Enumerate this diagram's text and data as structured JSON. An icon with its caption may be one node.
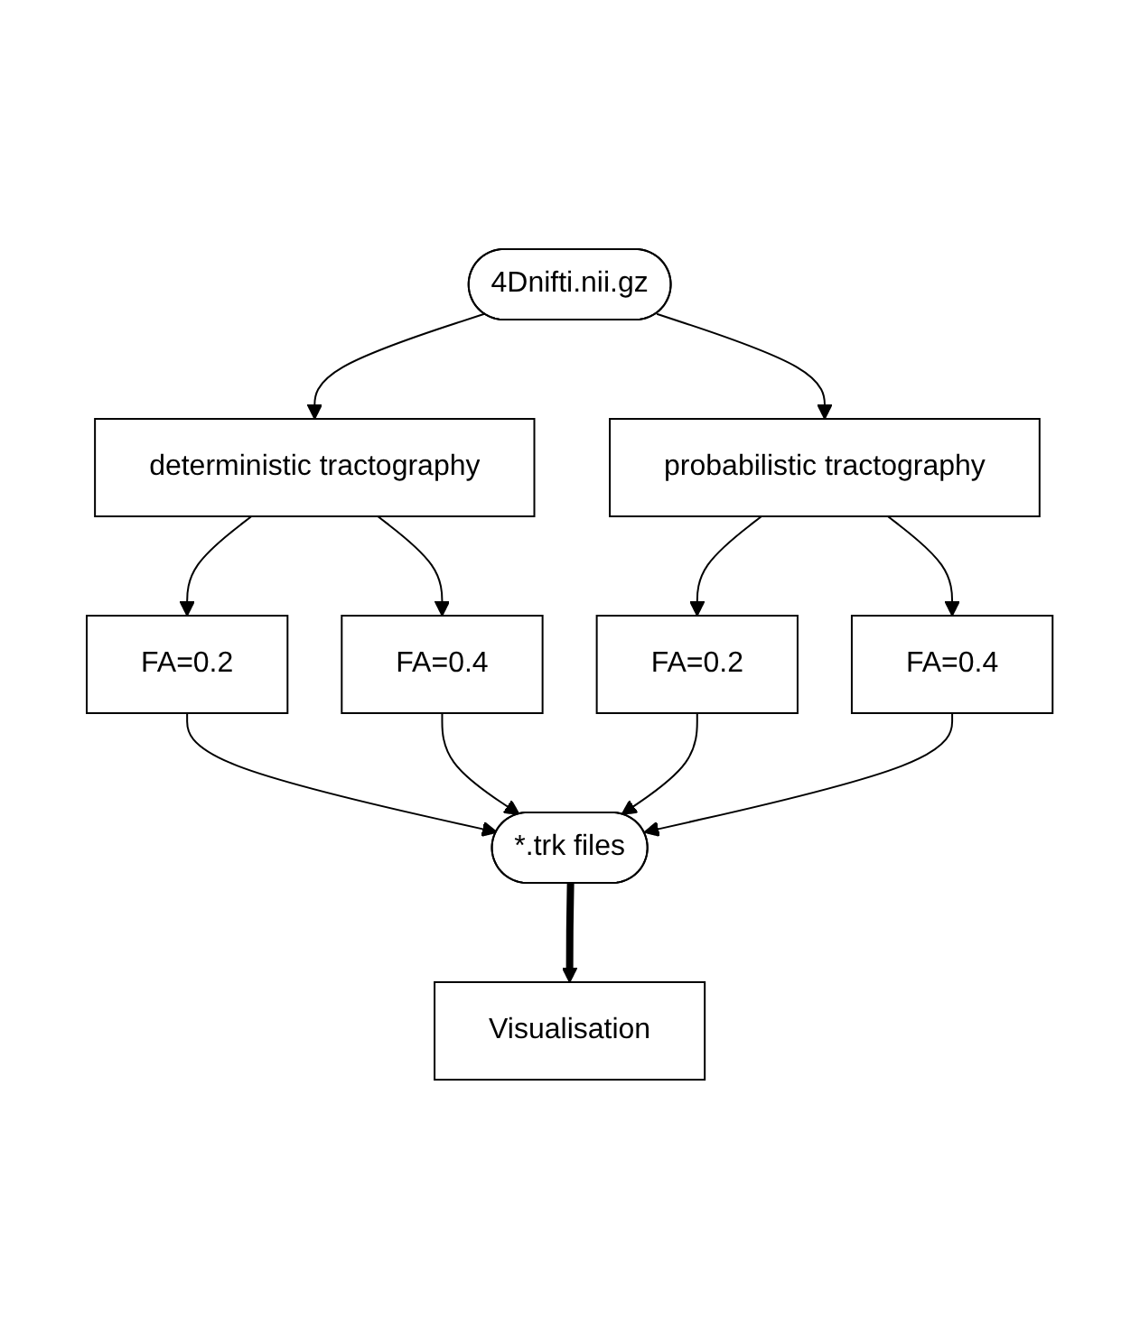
{
  "diagram": {
    "nodes": [
      {
        "text": [
          "4Dnifti.nii.gz"
        ]
      },
      {
        "text": [
          "deterministic tractography"
        ]
      },
      {
        "text": [
          "probabilistic tractography"
        ]
      },
      {
        "text": [
          "FA=0.2"
        ]
      },
      {
        "text": [
          "FA=0.4"
        ]
      },
      {
        "text": [
          "FA=0.2"
        ]
      },
      {
        "text": [
          "FA=0.4"
        ]
      },
      {
        "text": [
          "*.trk files"
        ]
      },
      {
        "text": [
          "Visualisation"
        ]
      }
    ],
    "edges": [
      {
        "from": 0,
        "to": 1,
        "arrow": "to"
      },
      {
        "from": 0,
        "to": 2,
        "arrow": "to"
      },
      {
        "from": 1,
        "to": 3,
        "arrow": "to"
      },
      {
        "from": 1,
        "to": 4,
        "arrow": "to"
      },
      {
        "from": 2,
        "to": 5,
        "arrow": "to"
      },
      {
        "from": 2,
        "to": 6,
        "arrow": "to"
      },
      {
        "from": 3,
        "to": 7,
        "arrow": "to"
      },
      {
        "from": 4,
        "to": 7,
        "arrow": "to"
      },
      {
        "from": 5,
        "to": 7,
        "arrow": "to"
      },
      {
        "from": 6,
        "to": 7,
        "arrow": "to"
      },
      {
        "from": 7,
        "to": 8,
        "arrow": "to",
        "style": "thick"
      }
    ]
  }
}
